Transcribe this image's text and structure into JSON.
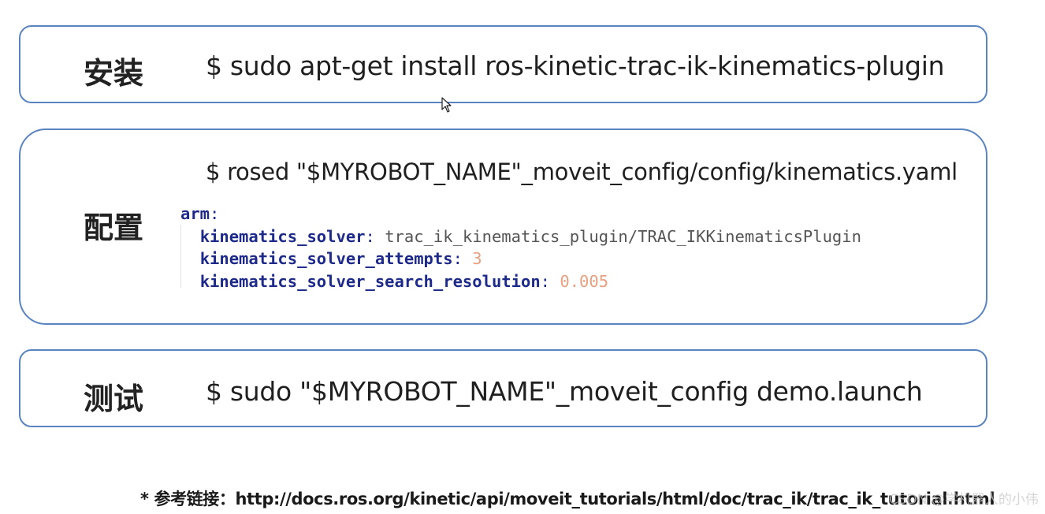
{
  "install": {
    "label": "安装",
    "command": "$ sudo apt-get install ros-kinetic-trac-ik-kinematics-plugin"
  },
  "config": {
    "label": "配置",
    "command": "$ rosed \"$MYROBOT_NAME\"_moveit_config/config/kinematics.yaml",
    "yaml": {
      "root_key": "arm",
      "lines": [
        {
          "key": "kinematics_solver",
          "value": "trac_ik_kinematics_plugin/TRAC_IKKinematicsPlugin"
        },
        {
          "key": "kinematics_solver_attempts",
          "value": "3"
        },
        {
          "key": "kinematics_solver_search_resolution",
          "value": "0.005"
        }
      ]
    }
  },
  "test": {
    "label": "测试",
    "command": "$ sudo \"$MYROBOT_NAME\"_moveit_config demo.launch"
  },
  "footnote": "* 参考链接：http://docs.ros.org/kinetic/api/moveit_tutorials/html/doc/trac_ik/trac_ik_tutorial.html",
  "watermark": "CSDN @学机器人的小伟",
  "colors": {
    "border": "#5a84c0",
    "yaml_key": "#1e2a8a",
    "yaml_number": "#e8a080"
  }
}
